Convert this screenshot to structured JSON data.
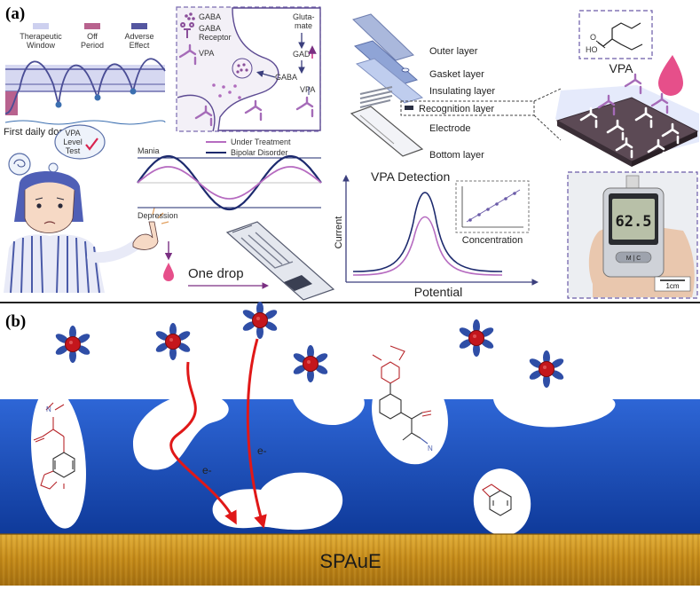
{
  "panel_a": {
    "letter": "(a)",
    "legend": {
      "therapeutic": "Therapeutic Window",
      "off": "Off Period",
      "adverse": "Adverse Effect",
      "colors": {
        "therapeutic": "#cdd0ef",
        "off": "#b8628e",
        "adverse": "#5456a0"
      }
    },
    "first_dose": "First daily dose",
    "synapse": {
      "gaba": "GABA",
      "gaba_receptor": "GABA Receptor",
      "vpa": "VPA",
      "glutamate": "Gluta- mate",
      "gad": "GAD",
      "gaba_center": "GABA",
      "vpa_center": "VPA"
    },
    "bubble": {
      "vpa": "VPA",
      "level": "Level",
      "test": "Test"
    },
    "mood": {
      "mania": "Mania",
      "depression": "Depression",
      "under_treatment": "Under Treatment",
      "bipolar": "Bipolar Disorder",
      "colors": {
        "under_treatment": "#b66bc0",
        "bipolar": "#1d2a6e"
      }
    },
    "one_drop": "One drop",
    "layers": {
      "outer": "Outer layer",
      "gasket": "Gasket layer",
      "insulating": "Insulating layer",
      "recognition": "Recognition layer",
      "electrode": "Electrode",
      "bottom": "Bottom layer"
    },
    "molecule": {
      "label": "VPA",
      "ho": "HO",
      "o": "O"
    },
    "detection": {
      "title": "VPA Detection",
      "ylabel": "Current",
      "xlabel": "Potential",
      "inset_xlabel": "Concentration"
    },
    "meter": {
      "reading": "62.5",
      "scale": "1cm",
      "buttons": "M | C"
    }
  },
  "panel_b": {
    "letter": "(b)",
    "electrode_label": "SPAuE",
    "electron_label_1": "e-",
    "electron_label_2": "e-",
    "nh_label": "N",
    "colors": {
      "film": "#1f4fb8",
      "electrode": "#c9921c",
      "arrow": "#e01818",
      "probe_core": "#c4161c",
      "probe_petal": "#2f4ea6"
    }
  }
}
